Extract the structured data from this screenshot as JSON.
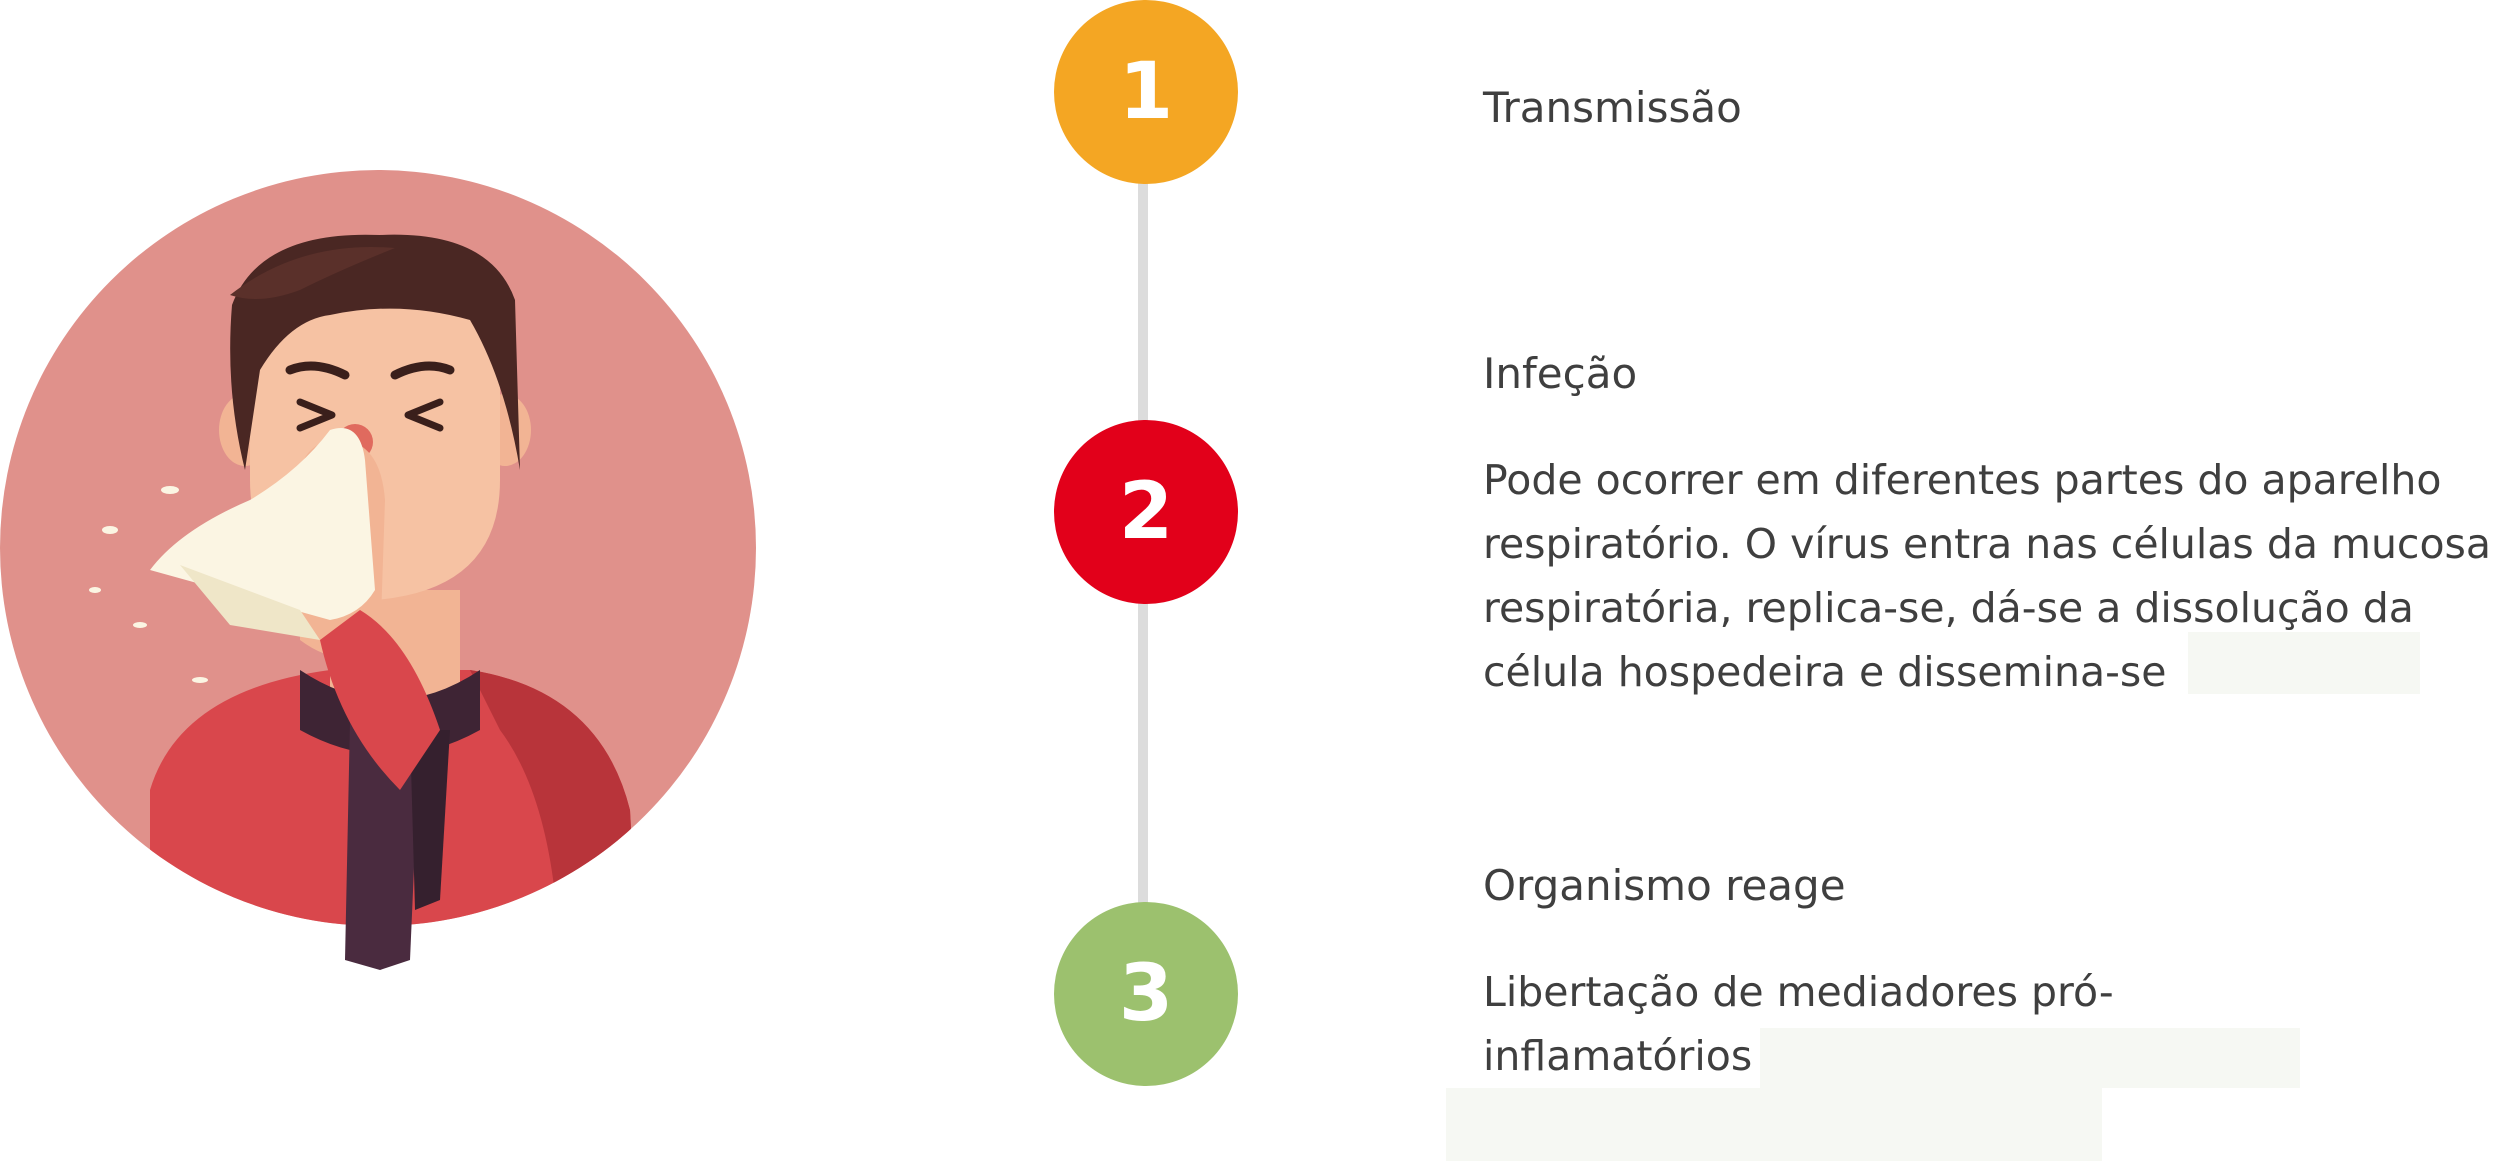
{
  "steps": [
    {
      "number": "1",
      "title": "Transmissão",
      "description": "",
      "color": "#F4A623"
    },
    {
      "number": "2",
      "title": "Infeção",
      "description": "Pode ocorrer em diferentes partes do aparelho respiratório. O vírus entra nas células da mucosa respiratória, replica-se, dá-se a dissolução da célula hospedeira e dissemina-se",
      "color": "#E2001A"
    },
    {
      "number": "3",
      "title": "Organismo reage",
      "description": "Libertação de mediadores pró-inflamatórios",
      "color": "#9CC16E"
    }
  ],
  "illustration": {
    "icon": "sneezing-person-icon",
    "background_color": "#E0918B"
  }
}
